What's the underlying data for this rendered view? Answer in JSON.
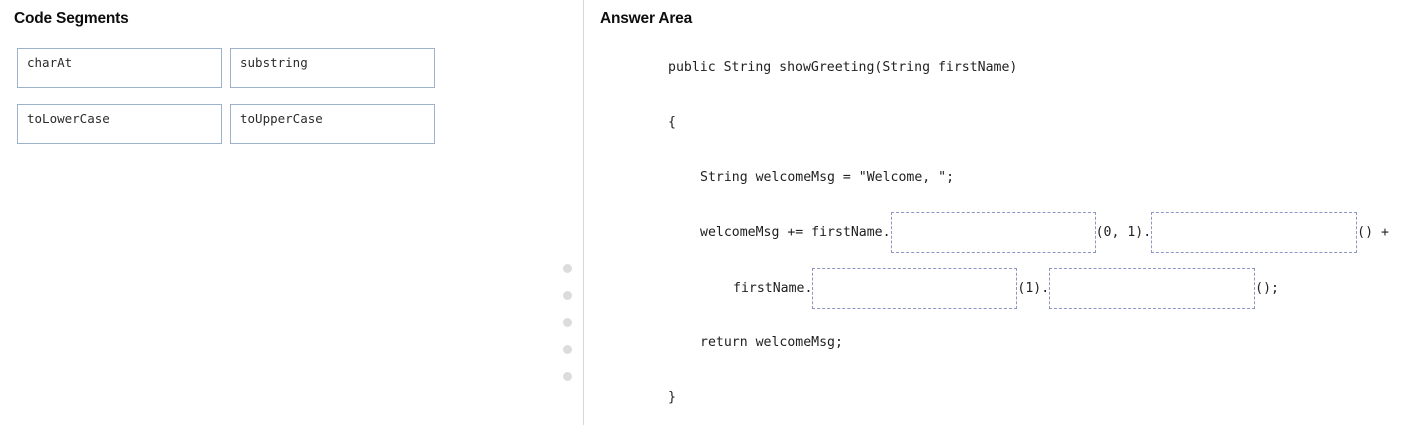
{
  "panels": {
    "code_segments": {
      "title": "Code Segments",
      "tiles": [
        {
          "label": "charAt"
        },
        {
          "label": "substring"
        },
        {
          "label": "toLowerCase"
        },
        {
          "label": "toUpperCase"
        }
      ]
    },
    "answer_area": {
      "title": "Answer Area",
      "code_lines": [
        {
          "id": "signature",
          "text": "public String showGreeting(String firstName)"
        },
        {
          "id": "open_brace",
          "text": "{"
        },
        {
          "id": "declare",
          "text": "String welcomeMsg = \"Welcome, \";"
        },
        {
          "id": "append",
          "prefix": "welcomeMsg += firstName.",
          "middle": "(0, 1).",
          "suffix": "() +"
        },
        {
          "id": "firstname",
          "prefix": "firstName.",
          "middle": "(1).",
          "suffix": "();"
        },
        {
          "id": "return",
          "text": "return welcomeMsg;"
        },
        {
          "id": "close_brace",
          "text": "}"
        }
      ],
      "drop_zones": [
        {
          "name": "drop-zone-1",
          "value": ""
        },
        {
          "name": "drop-zone-2",
          "value": ""
        },
        {
          "name": "drop-zone-3",
          "value": ""
        },
        {
          "name": "drop-zone-4",
          "value": ""
        }
      ]
    }
  },
  "drag_handle": {
    "dot_count": 5,
    "dot_color": "#dcdcdc"
  },
  "colors": {
    "tile_border": "#9db2cc",
    "drop_zone_border": "#8e96c4",
    "divider": "#d8d8d8",
    "text": "#1f1f1f",
    "background": "#ffffff"
  }
}
